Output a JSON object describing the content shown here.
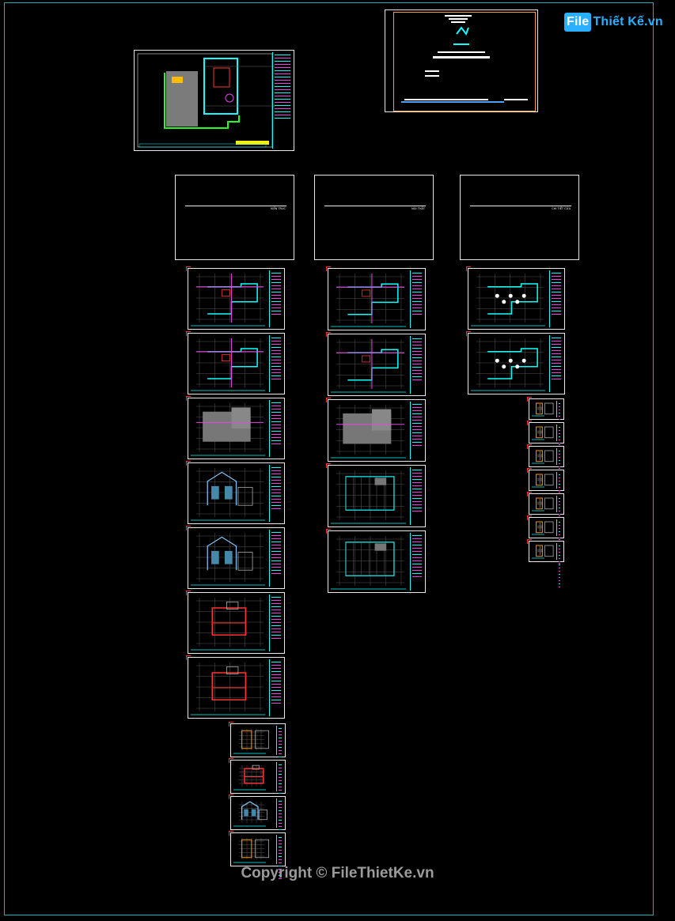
{
  "watermark": {
    "logo_prefix": "File",
    "logo_rest": "Thiết Kế.vn",
    "copyright": "Copyright © FileThietKe.vn"
  },
  "sections": [
    {
      "label": "KIẾN TRÚC"
    },
    {
      "label": "NỘI THẤT"
    },
    {
      "label": "CHI TIẾT CỬA"
    }
  ],
  "colors": {
    "background": "#000000",
    "cyan": "#1ff",
    "magenta": "#e844e8",
    "red": "#ff3333",
    "yellow": "#ffee00",
    "orange": "#ff9a3c"
  }
}
